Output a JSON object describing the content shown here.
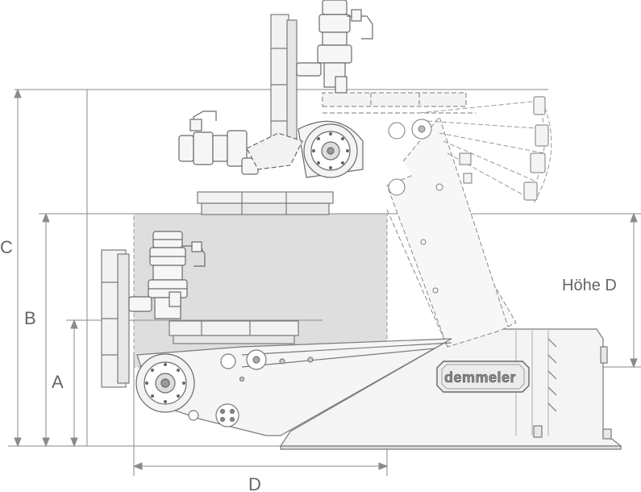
{
  "labels": {
    "a": "A",
    "b": "B",
    "c": "C",
    "d": "D",
    "hoehe_d": "Höhe D"
  },
  "brand": "demmeler",
  "colors": {
    "line": "#7a7a7a",
    "dim": "#888888",
    "shade": "#dedede",
    "body_fill": "#f4f4f4"
  }
}
